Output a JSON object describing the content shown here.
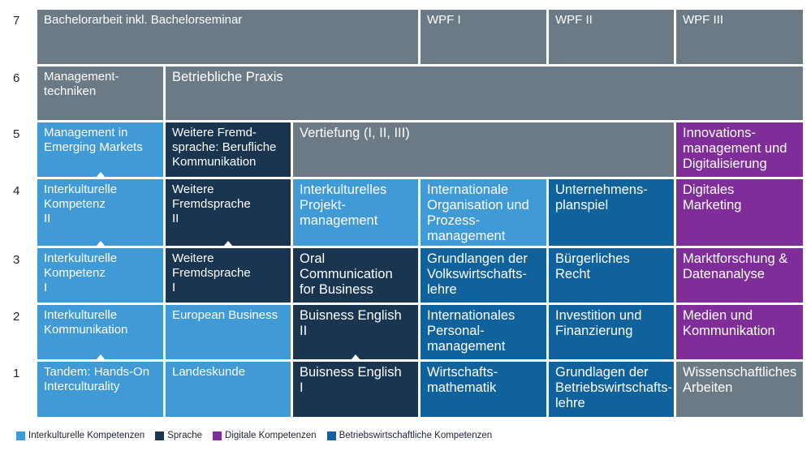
{
  "rows": [
    "7",
    "6",
    "5",
    "4",
    "3",
    "2",
    "1"
  ],
  "cells": {
    "r7_thesis": "Bachelorarbeit inkl. Bachelorseminar",
    "r7_wpf1": "WPF I",
    "r7_wpf2": "WPF II",
    "r7_wpf3": "WPF III",
    "r6_mgmt": "Management-\ntechniken",
    "r6_praxis": "Betriebliche Praxis",
    "r5_emerging": "Management in\nEmerging Markets",
    "r5_fremd": "Weitere Fremd-\nsprache: Berufliche\nKommunikation",
    "r5_vertiefung": "Vertiefung (I, II, III)",
    "r5_innovation": "Innovations-\nmanagement und\nDigitalisierung",
    "r4_ik2": "Interkulturelle\nKompetenz\nII",
    "r4_wf2": "Weitere\nFremdsprache\nII",
    "r4_projekt": "Interkulturelles\nProjekt-\nmanagement",
    "r4_intorg": "Internationale\nOrganisation und\nProzess-\nmanagement",
    "r4_planspiel": "Unternehmens-\nplanspiel",
    "r4_digmarketing": "Digitales\nMarketing",
    "r3_ik1": "Interkulturelle\nKompetenz\nI",
    "r3_wf1": "Weitere\nFremdsprache\nI",
    "r3_oral": "Oral\nCommunication\nfor Business",
    "r3_vwl": "Grundlangen der\nVolkswirtschafts-\nlehre",
    "r3_recht": "Bürgerliches Recht",
    "r3_markt": "Marktforschung &\nDatenanalyse",
    "r2_ikomm": "Interkulturelle\nKommunikation",
    "r2_eubiz": "European Business",
    "r2_be2": "Buisness English\nII",
    "r2_personal": "Internationales\nPersonal-\nmanagement",
    "r2_invest": "Investition und\nFinanzierung",
    "r2_medien": "Medien und\nKommunikation",
    "r1_tandem": "Tandem: Hands-On\nInterculturality",
    "r1_landes": "Landeskunde",
    "r1_be1": "Buisness English\nI",
    "r1_wimathe": "Wirtschafts-\nmathematik",
    "r1_bwl": "Grundlagen der\nBetriebswirtschafts-\nlehre",
    "r1_wiss": "Wissenschaftliches\nArbeiten"
  },
  "legend": {
    "interkulturell": "Interkulturelle Kompetenzen",
    "sprache": "Sprache",
    "digital": "Digitale Kompetenzen",
    "bwl": "Betriebswirtschaftliche Kompetenzen"
  },
  "colors": {
    "interkulturell": "#3f9ad6",
    "sprache": "#1a3550",
    "digital": "#7f2e99",
    "bwl": "#10629d",
    "other": "#6c7a86"
  }
}
